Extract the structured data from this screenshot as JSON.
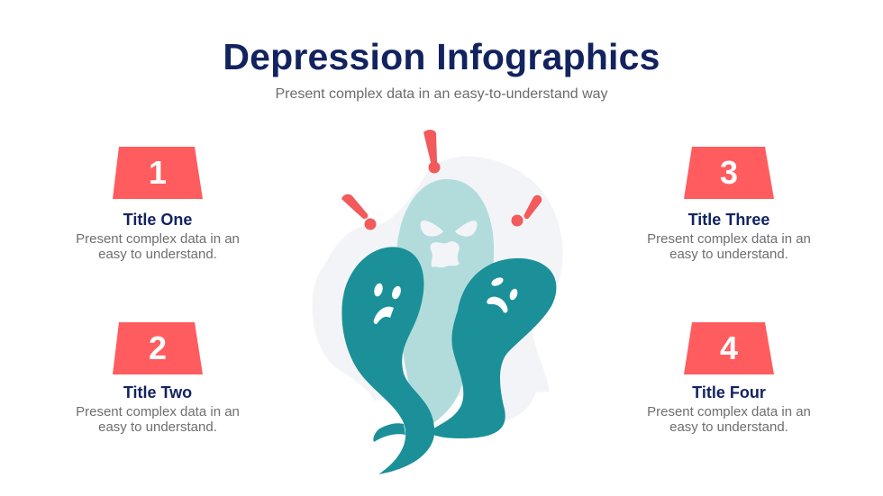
{
  "header": {
    "title": "Depression Infographics",
    "subtitle": "Present complex data in an easy-to-understand way"
  },
  "colors": {
    "title": "#12235f",
    "body_text": "#6e6e6e",
    "badge": "#fe5c5f",
    "ghost_dark": "#1b9098",
    "ghost_light": "#b2dcdc",
    "blob": "#f3f4f8",
    "exclamation": "#f25a5c"
  },
  "cards": [
    {
      "number": "1",
      "title": "Title One",
      "text_line1": "Present complex data in an",
      "text_line2": "easy to understand."
    },
    {
      "number": "2",
      "title": "Title Two",
      "text_line1": "Present complex data in an",
      "text_line2": "easy to understand."
    },
    {
      "number": "3",
      "title": "Title Three",
      "text_line1": "Present complex data in an",
      "text_line2": "easy to understand."
    },
    {
      "number": "4",
      "title": "Title Four",
      "text_line1": "Present complex data in an",
      "text_line2": "easy to understand."
    }
  ],
  "illustration": {
    "icons": [
      "angry-ghost-icon",
      "sad-ghost-icon",
      "worried-ghost-icon",
      "exclamation-icon"
    ]
  }
}
